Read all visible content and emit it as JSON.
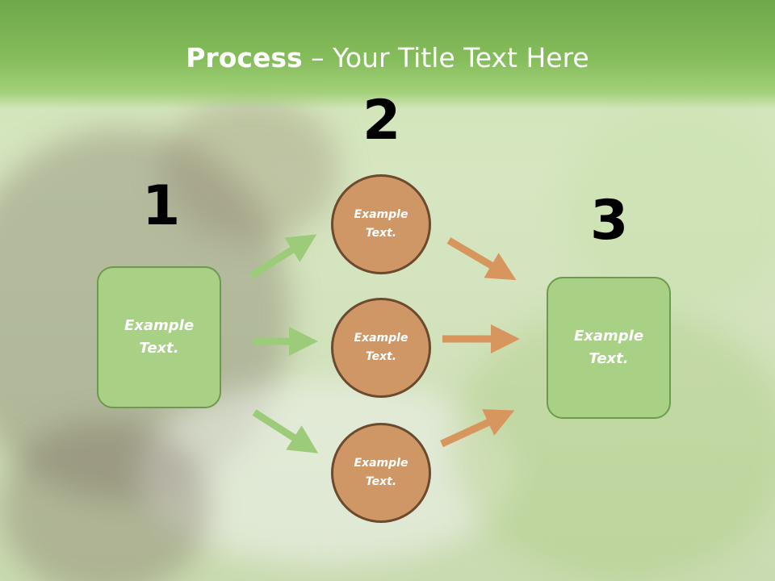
{
  "title": {
    "bold": "Process",
    "rest": " – Your Title Text Here"
  },
  "steps": {
    "n1": "1",
    "n2": "2",
    "n3": "3"
  },
  "box1": {
    "text": "Example\nText."
  },
  "box3": {
    "text": "Example\nText."
  },
  "circles": [
    {
      "text": "Example\nText."
    },
    {
      "text": "Example\nText."
    },
    {
      "text": "Example\nText."
    }
  ],
  "colors": {
    "title_bar": "#7ab452",
    "green_box": "#a8d186",
    "green_arrow": "#9ccc7a",
    "circle_fill": "#cf9766",
    "circle_border": "#6b4a2e",
    "orange_arrow": "#d8965f"
  }
}
